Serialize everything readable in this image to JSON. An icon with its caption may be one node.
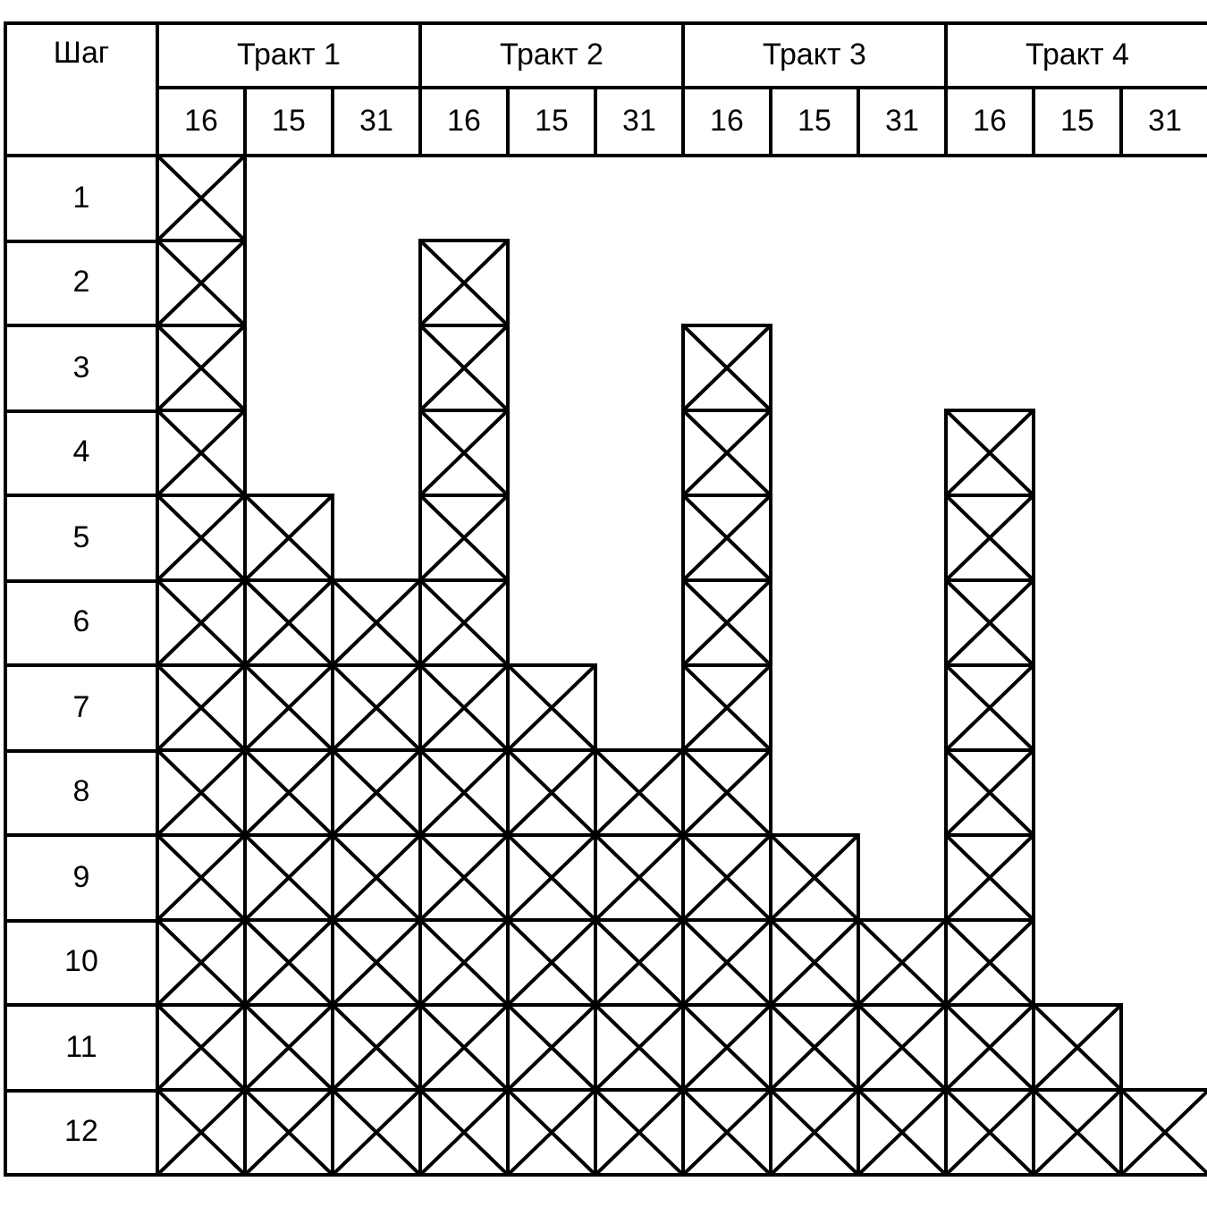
{
  "diagram": {
    "labels": [
      "Шаг",
      "Тракт 1",
      "Тракт 2",
      "Тракт 3",
      "Тракт 4",
      "16",
      "15",
      "31",
      "16",
      "15",
      "31",
      "16",
      "15",
      "31",
      "16",
      "15",
      "31",
      "1",
      "2",
      "3",
      "4",
      "5",
      "6",
      "7",
      "8",
      "9",
      "10",
      "11",
      "12"
    ]
  }
}
